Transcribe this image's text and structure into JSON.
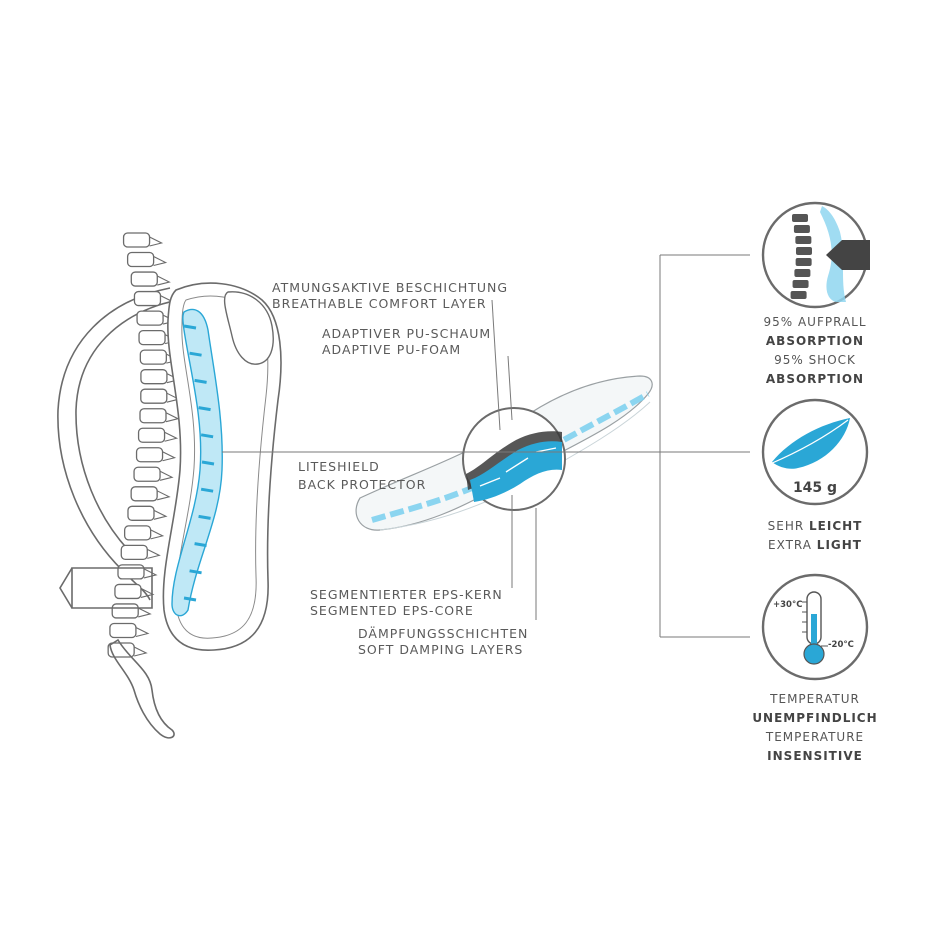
{
  "colors": {
    "line": "#6b6b6b",
    "accent": "#2aa7d6",
    "accent_light": "#7fd0ee"
  },
  "layers": {
    "breathable_de": "ATMUNGSAKTIVE BESCHICHTUNG",
    "breathable_en": "BREATHABLE COMFORT LAYER",
    "foam_de": "ADAPTIVER PU-SCHAUM",
    "foam_en": "ADAPTIVE PU-FOAM",
    "product_line1": "LITESHIELD",
    "product_line2": "BACK PROTECTOR",
    "eps_de": "SEGMENTIERTER EPS-KERN",
    "eps_en": "SEGMENTED EPS-CORE",
    "damping_de": "DÄMPFUNGSSCHICHTEN",
    "damping_en": "SOFT DAMPING LAYERS"
  },
  "features": {
    "absorption": {
      "icon": "spine-shock-icon",
      "line1": "95% AUFPRALL",
      "line2": "ABSORPTION",
      "line3": "95% SHOCK",
      "line4": "ABSORPTION"
    },
    "weight": {
      "icon": "feather-icon",
      "value": "145 g",
      "line1_a": "SEHR ",
      "line1_b": "LEICHT",
      "line2_a": "EXTRA ",
      "line2_b": "LIGHT"
    },
    "temperature": {
      "icon": "thermometer-icon",
      "hot": "+30°C",
      "cold": "-20°C",
      "line1": "TEMPERATUR",
      "line2": "UNEMPFINDLICH",
      "line3": "TEMPERATURE",
      "line4": "INSENSITIVE"
    }
  }
}
